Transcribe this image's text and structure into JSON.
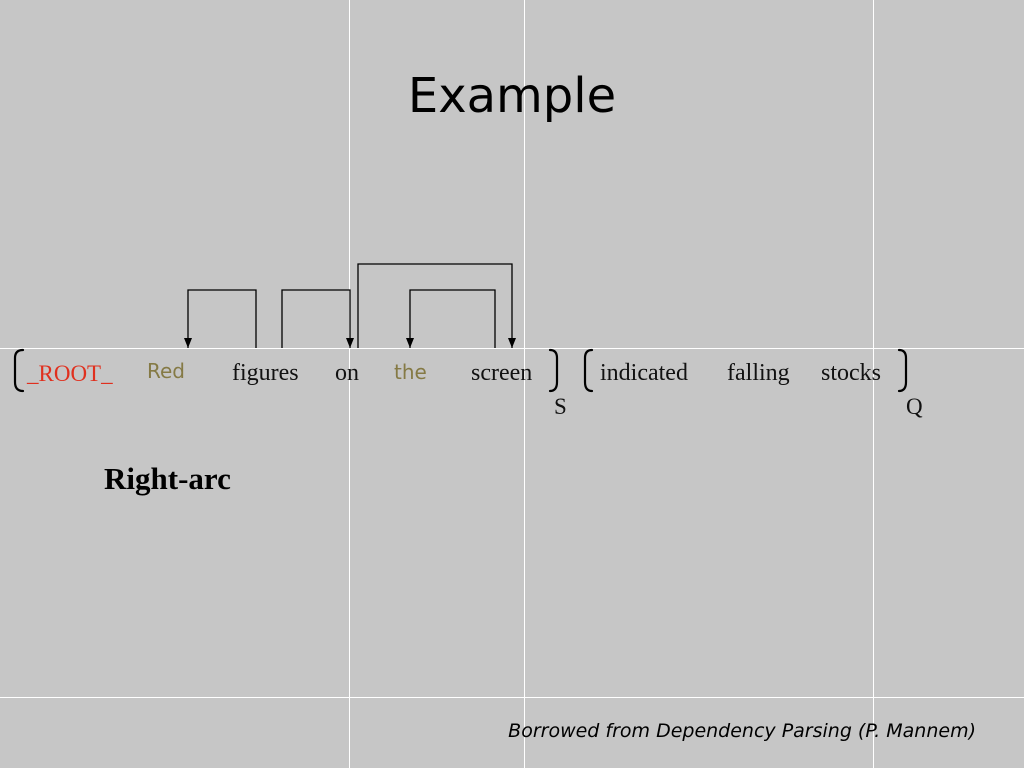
{
  "slide": {
    "title": "Example",
    "action": "Right-arc",
    "footer": "Borrowed from Dependency Parsing (P. Mannem)"
  },
  "stack": {
    "label": "S",
    "words": [
      "_ROOT_",
      "Red",
      "figures",
      "on",
      "the",
      "screen"
    ]
  },
  "queue": {
    "label": "Q",
    "words": [
      "indicated",
      "falling",
      "stocks"
    ]
  },
  "colors": {
    "root": "#e0301e",
    "highlight": "#857a45",
    "background": "#c6c6c6"
  }
}
